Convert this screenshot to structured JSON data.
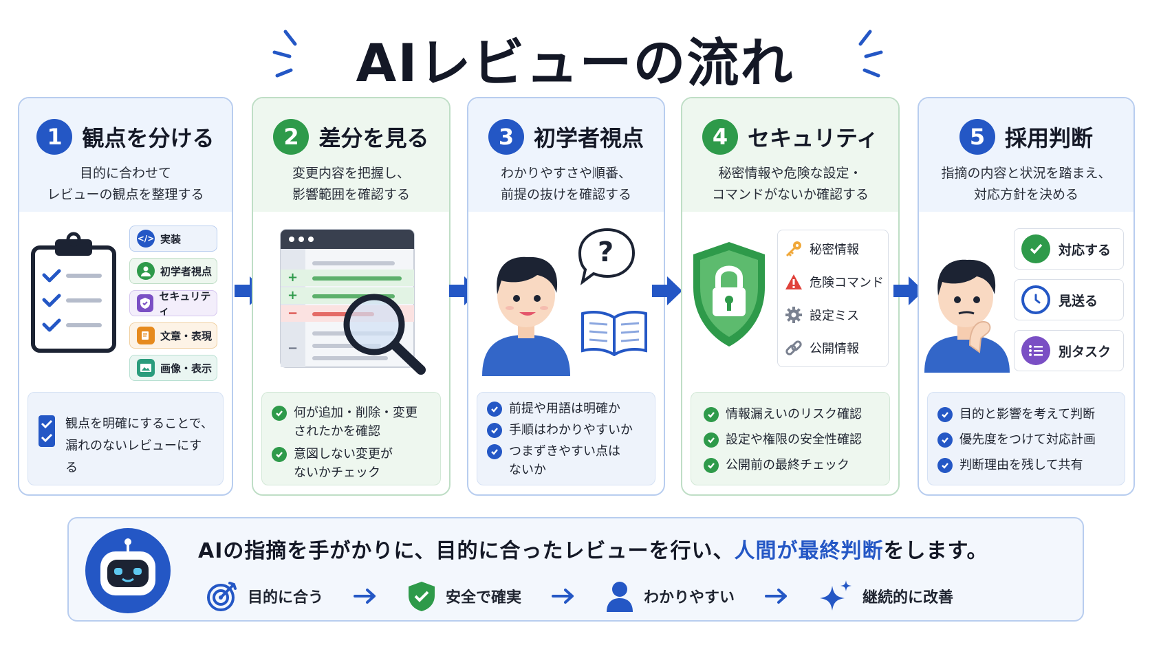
{
  "title": {
    "main_prefix": "AIレビューの流れ"
  },
  "steps": [
    {
      "num": "1",
      "title": "観点を分ける",
      "desc_line1": "目的に合わせて",
      "desc_line2": "レビューの観点を整理する",
      "chips": [
        "実装",
        "初学者視点",
        "セキュリティ",
        "文章・表現",
        "画像・表示"
      ],
      "checks": [
        "観点を明確にすることで、",
        "漏れのないレビューにする"
      ]
    },
    {
      "num": "2",
      "title": "差分を見る",
      "desc_line1": "変更内容を把握し、",
      "desc_line2": "影響範囲を確認する",
      "diff_marks": [
        "+",
        "+",
        "−",
        "−"
      ],
      "checks": [
        [
          "何が追加・削除・変更",
          "されたかを確認"
        ],
        [
          "意図しない変更が",
          "ないかチェック"
        ]
      ]
    },
    {
      "num": "3",
      "title": "初学者視点",
      "desc_line1": "わかりやすさや順番、",
      "desc_line2": "前提の抜けを確認する",
      "question_mark": "?",
      "checks": [
        [
          "前提や用語は明確か"
        ],
        [
          "手順はわかりやすいか"
        ],
        [
          "つまずきやすい点は",
          "ないか"
        ]
      ]
    },
    {
      "num": "4",
      "title": "セキュリティ",
      "desc_line1": "秘密情報や危険な設定・",
      "desc_line2": "コマンドがないか確認する",
      "items": [
        "秘密情報",
        "危険コマンド",
        "設定ミス",
        "公開情報"
      ],
      "checks": [
        [
          "情報漏えいのリスク確認"
        ],
        [
          "設定や権限の安全性確認"
        ],
        [
          "公開前の最終チェック"
        ]
      ]
    },
    {
      "num": "5",
      "title": "採用判断",
      "desc_line1": "指摘の内容と状況を踏まえ、",
      "desc_line2": "対応方針を決める",
      "options": [
        "対応する",
        "見送る",
        "別タスク"
      ],
      "checks": [
        [
          "目的と影響を考えて判断"
        ],
        [
          "優先度をつけて対応計画"
        ],
        [
          "判断理由を残して共有"
        ]
      ]
    }
  ],
  "banner": {
    "msg_part1": "AIの指摘を手がかりに、目的に合ったレビューを行い、",
    "msg_highlight": "人間が最終判断",
    "msg_part2": "をします。",
    "pillars": [
      "目的に合う",
      "安全で確実",
      "わかりやすい",
      "継続的に改善"
    ]
  },
  "colors": {
    "blue": "#2457c5",
    "green": "#2e9a4a",
    "navy": "#141826"
  }
}
